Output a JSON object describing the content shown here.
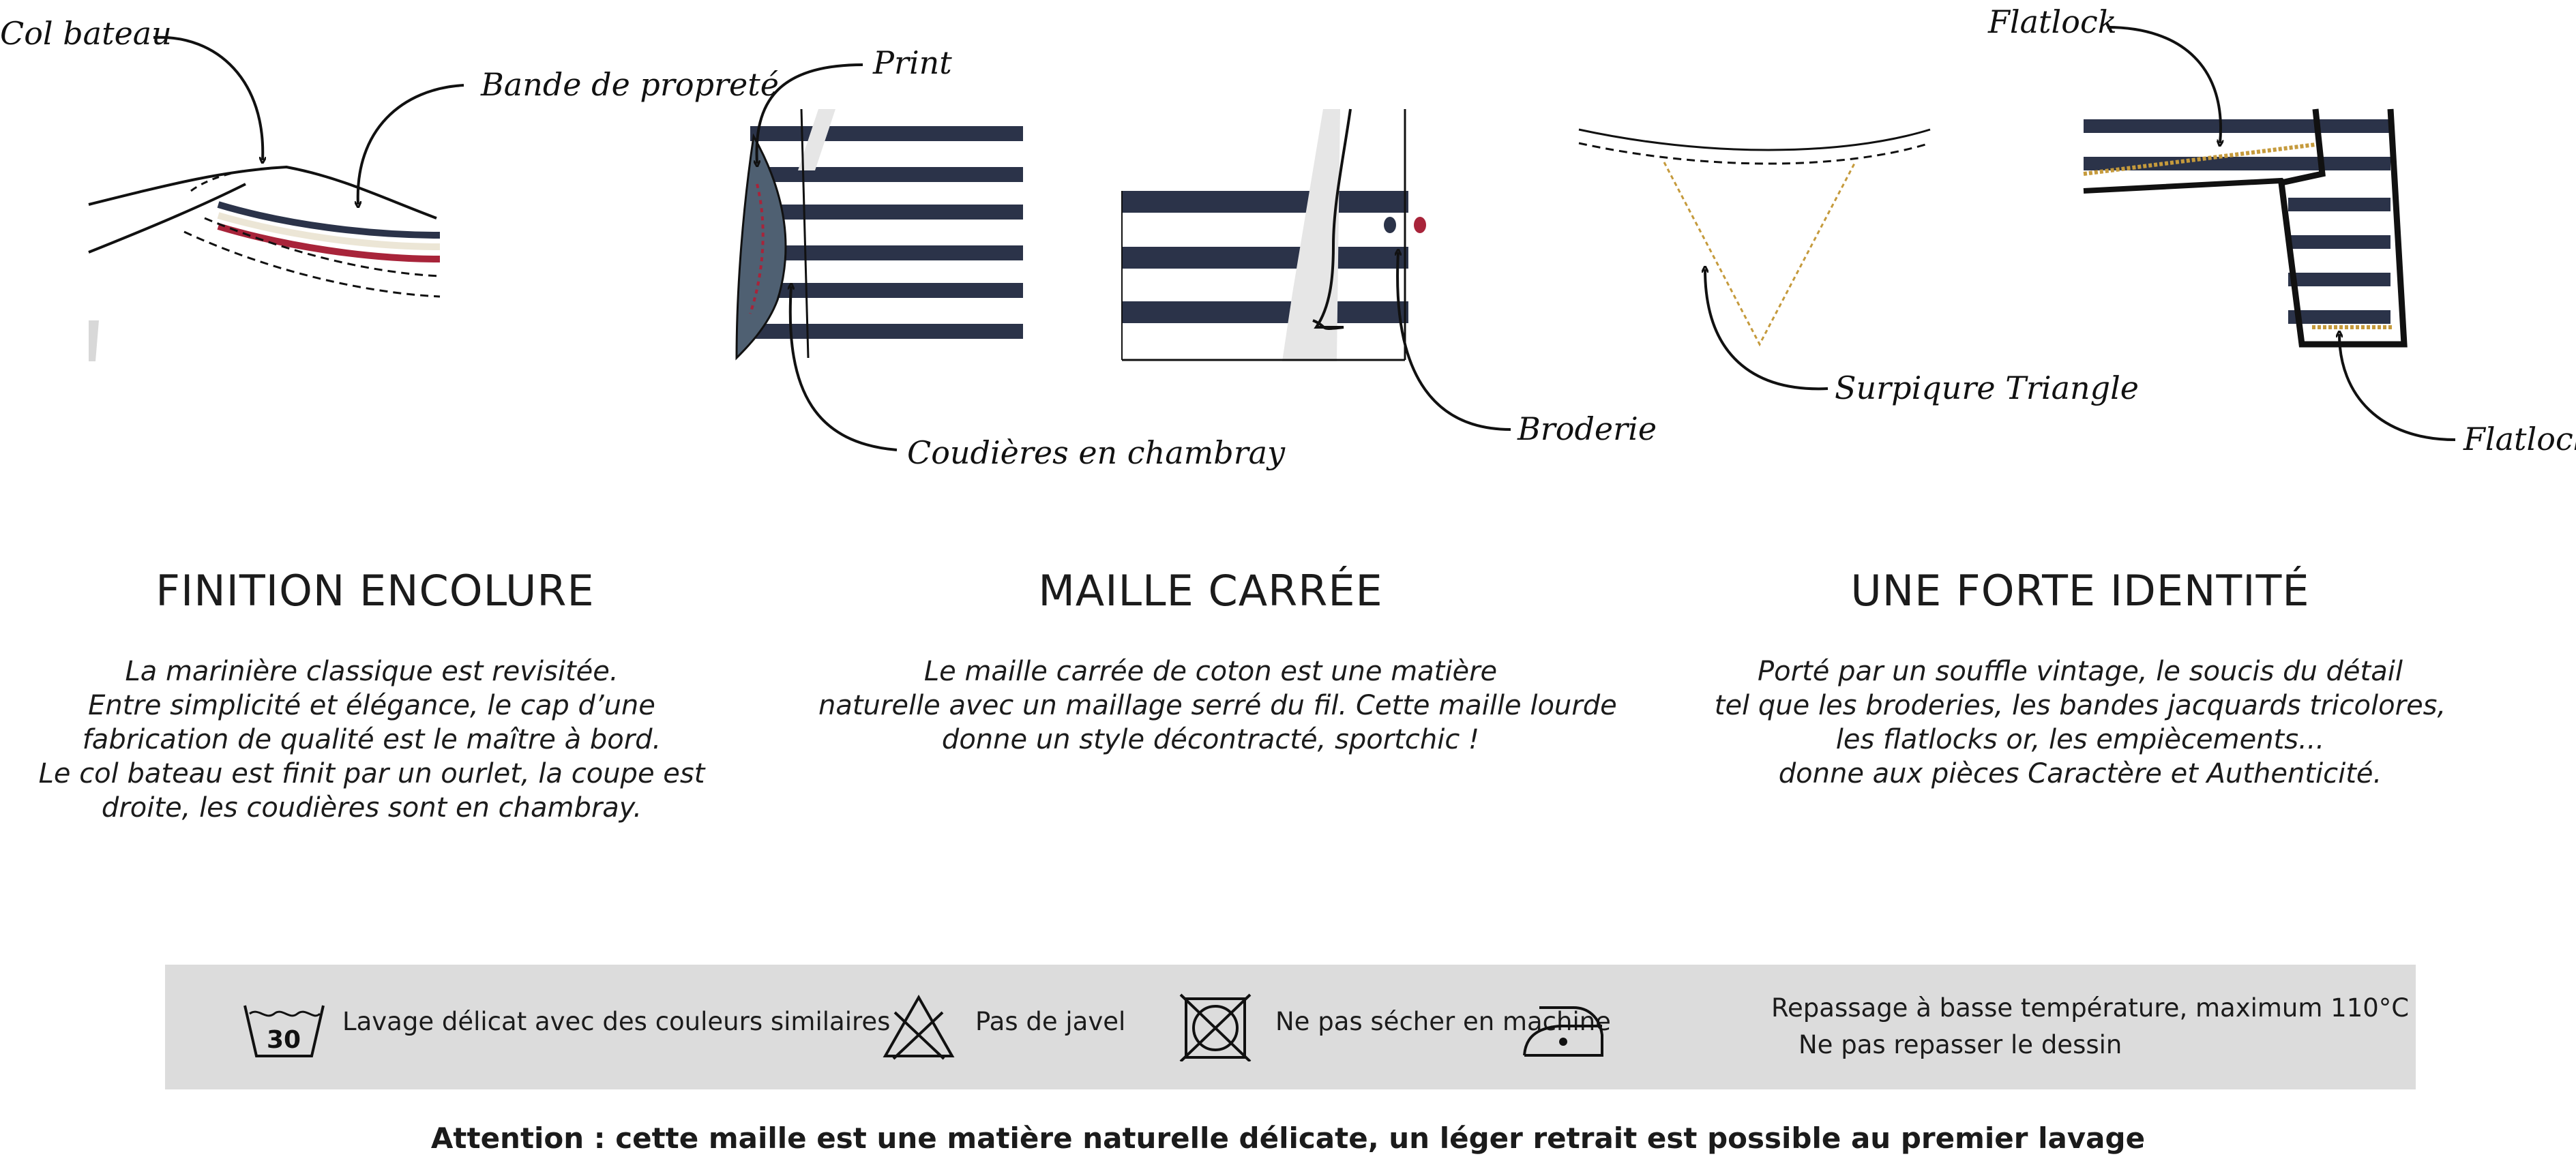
{
  "annotations": {
    "col_bateau": "Col bateau",
    "bande_proprete": "Bande de propreté",
    "print": "Print",
    "coudieres": "Coudières en chambray",
    "broderie": "Broderie",
    "surpiqure": "Surpiqure Triangle",
    "flatlock_top": "Flatlock",
    "flatlock_bottom": "Flatlock"
  },
  "sections": [
    {
      "title": "FINITION ENCOLURE",
      "lines": [
        "La marinière classique est revisitée.",
        "Entre simplicité et élégance, le cap d’une",
        "fabrication de qualité est le maître à bord.",
        "Le col bateau est finit par un ourlet, la coupe est",
        "droite, les coudières sont en chambray."
      ]
    },
    {
      "title": "MAILLE CARRÉE",
      "lines": [
        "Le maille carrée de coton est une matière",
        "naturelle avec un maillage serré du fil. Cette maille lourde",
        "donne un style décontracté, sportchic !"
      ]
    },
    {
      "title": "UNE FORTE IDENTITÉ",
      "lines": [
        "Porté par un souffle vintage, le soucis du détail",
        "tel que les broderies, les bandes jacquards tricolores,",
        "les flatlocks or, les empiècements...",
        "donne aux pièces Caractère et Authenticité."
      ]
    }
  ],
  "care": {
    "wash_temp": "30",
    "wash_label": "Lavage délicat avec des couleurs similaires",
    "bleach_label": "Pas de javel",
    "dryer_label": "Ne pas sécher en machine",
    "iron_line1": "Repassage à basse température, maximum 110°C",
    "iron_line2": "Ne pas repasser le dessin",
    "icons": [
      "wash-30-icon",
      "no-bleach-icon",
      "no-tumble-dry-icon",
      "iron-low-icon"
    ]
  },
  "attention": "Attention : cette maille est une matière naturelle délicate, un léger retrait est possible au premier lavage",
  "colors": {
    "navy": "#2b3349",
    "red": "#a8243a",
    "gold": "#c59a3c",
    "band_gray": "#dcdcdc",
    "chambray": "#4f6072"
  }
}
